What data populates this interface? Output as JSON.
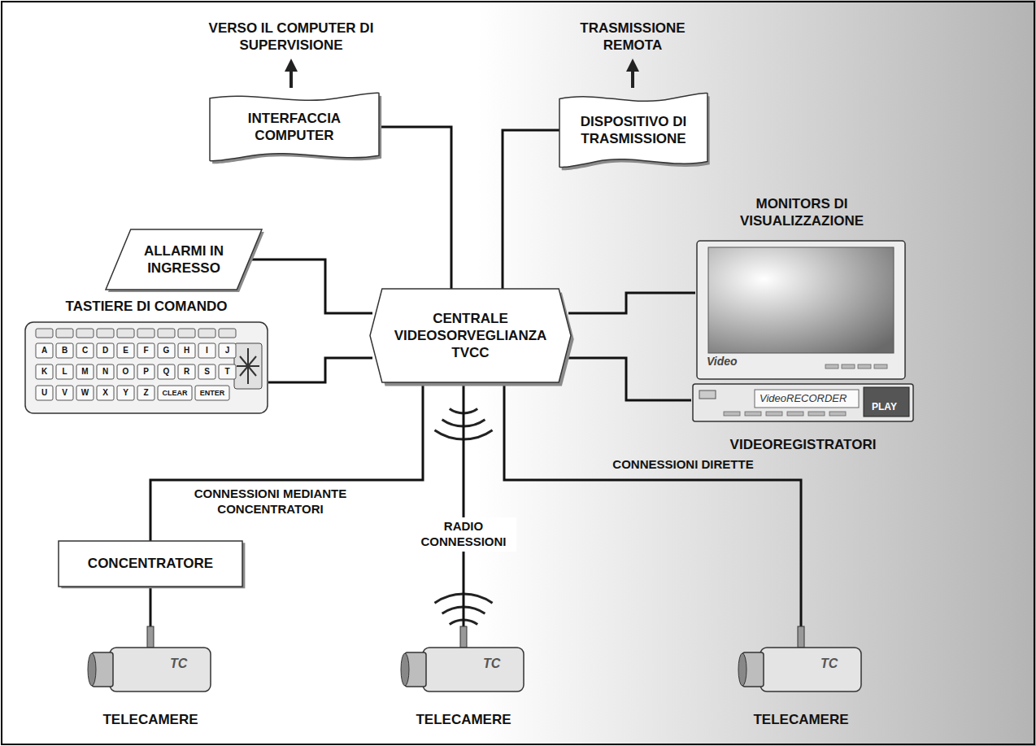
{
  "diagram": {
    "nodes": [
      {
        "text": [
          "INTERFACCIA COMPUTER"
        ]
      },
      {
        "text": [
          "DISPOSITIVO DI TRASMISSIONE"
        ]
      },
      {
        "text": [
          "ALLARMI IN INGRESSO"
        ]
      },
      {
        "text": [
          "CENTRALE VIDEOSORVEGLIANZA TVCC"
        ]
      },
      {
        "text": [
          "TASTIERE DI COMANDO"
        ]
      },
      {
        "text": [
          "MONITORS DI VISUALIZZAZIONE",
          "Video"
        ]
      },
      {
        "text": [
          "VideoRECORDER",
          "PLAY",
          "VIDEOREGISTRATORI"
        ]
      },
      {
        "text": [
          "CONCENTRATORE"
        ]
      },
      {
        "text": [
          "TC",
          "TELECAMERE"
        ]
      },
      {
        "text": [
          "TC",
          "TELECAMERE"
        ]
      },
      {
        "text": [
          "TC",
          "TELECAMERE"
        ]
      }
    ],
    "edges": [
      {
        "from": 3,
        "to": 0,
        "arrow": "none"
      },
      {
        "from": 3,
        "to": 1,
        "arrow": "none"
      },
      {
        "from": 2,
        "to": 3,
        "arrow": "none"
      },
      {
        "from": 4,
        "to": 3,
        "arrow": "none"
      },
      {
        "from": 3,
        "to": 5,
        "arrow": "none"
      },
      {
        "from": 3,
        "to": 6,
        "arrow": "none"
      },
      {
        "from": 3,
        "to": 7,
        "label": "CONNESSIONI MEDIANTE CONCENTRATORI",
        "arrow": "none"
      },
      {
        "from": 7,
        "to": 8,
        "arrow": "none"
      },
      {
        "from": 3,
        "to": 9,
        "label": "RADIO CONNESSIONI",
        "arrow": "none"
      },
      {
        "from": 3,
        "to": 10,
        "label": "CONNESSIONI DIRETTE",
        "arrow": "none"
      }
    ],
    "labels": [
      "VERSO IL COMPUTER DI SUPERVISIONE",
      "TRASMISSIONE REMOTA",
      "A",
      "B",
      "C",
      "D",
      "E",
      "F",
      "G",
      "H",
      "I",
      "J",
      "K",
      "L",
      "M",
      "N",
      "O",
      "P",
      "Q",
      "R",
      "S",
      "T",
      "U",
      "V",
      "W",
      "X",
      "Y",
      "Z",
      "CLEAR",
      "ENTER"
    ]
  }
}
